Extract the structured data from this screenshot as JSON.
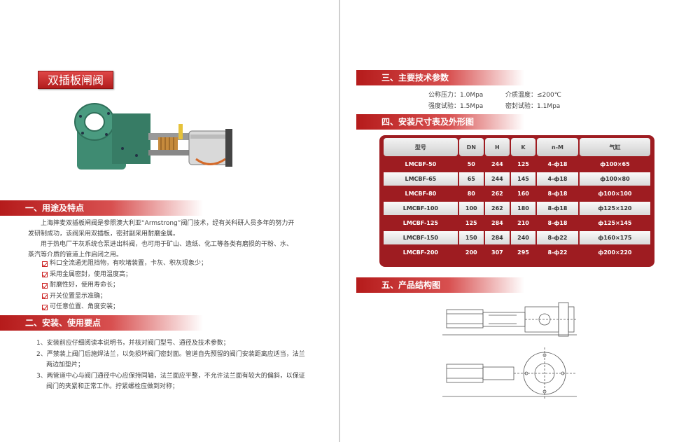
{
  "product_title": "双插板闸阀",
  "sections": {
    "s1": "一、用途及特点",
    "s2": "二、安装、使用要点",
    "s3": "三、主要技术参数",
    "s4": "四、安装尺寸表及外形图",
    "s5": "五、产品结构图"
  },
  "intro": {
    "p1": "上海摔麦双插板闸阀是参照澳大利亚“Armstrong”阀门技术，经有关科研人员多年的努力开发研制成功，该阀采用双插板，密封副采用耐磨金属。",
    "p2": "用于热电厂干灰系统仓泵进出料阀，也可用于矿山、造纸、化工等各类有磨损的干粉、水、蒸汽等介质的管道上作启闭之用。"
  },
  "features": [
    "料口全流通无阻挡物，有吹堵装置，卡灰、积灰现象少；",
    "采用金属密封，使用温度高；",
    "耐磨性好，使用寿命长；",
    "开关位置显示准确；",
    "可任意位置、角度安装；"
  ],
  "install": [
    "1、安装前应仔细阅读本说明书，并核对阀门型号、通径及技术参数；",
    "2、严禁装上阀门后施焊法兰，以免损坏阀门密封面。管道自先预留的阀门安装距离应适当，法兰两边加垫片；",
    "3、两管道中心与阀门通径中心应保持同轴，法兰面应平整，不允许法兰面有较大的偏斜，以保证阀门的夹紧和正常工作。拧紧螺栓应做到对称；"
  ],
  "params": {
    "nominal_pressure": "公称压力：1.0Mpa",
    "medium_temp": "介质温度：≤200℃",
    "strength_test": "强度试验：1.5Mpa",
    "seal_test": "密封试验：1.1Mpa"
  },
  "table": {
    "headers": [
      "型号",
      "DN",
      "H",
      "K",
      "n-M",
      "气缸"
    ],
    "rows": [
      [
        "LMCBF-50",
        "50",
        "244",
        "125",
        "4-ф18",
        "ф100×65"
      ],
      [
        "LMCBF-65",
        "65",
        "244",
        "145",
        "4-ф18",
        "ф100×80"
      ],
      [
        "LMCBF-80",
        "80",
        "262",
        "160",
        "8-ф18",
        "ф100×100"
      ],
      [
        "LMCBF-100",
        "100",
        "262",
        "180",
        "8-ф18",
        "ф125×120"
      ],
      [
        "LMCBF-125",
        "125",
        "284",
        "210",
        "8-ф18",
        "ф125×145"
      ],
      [
        "LMCBF-150",
        "150",
        "284",
        "240",
        "8-ф22",
        "ф160×175"
      ],
      [
        "LMCBF-200",
        "200",
        "307",
        "295",
        "8-ф22",
        "ф200×220"
      ]
    ]
  },
  "colors": {
    "accent": "#b51b1b",
    "table_bg": "#9e1c21",
    "valve_green": "#3f8b72"
  }
}
